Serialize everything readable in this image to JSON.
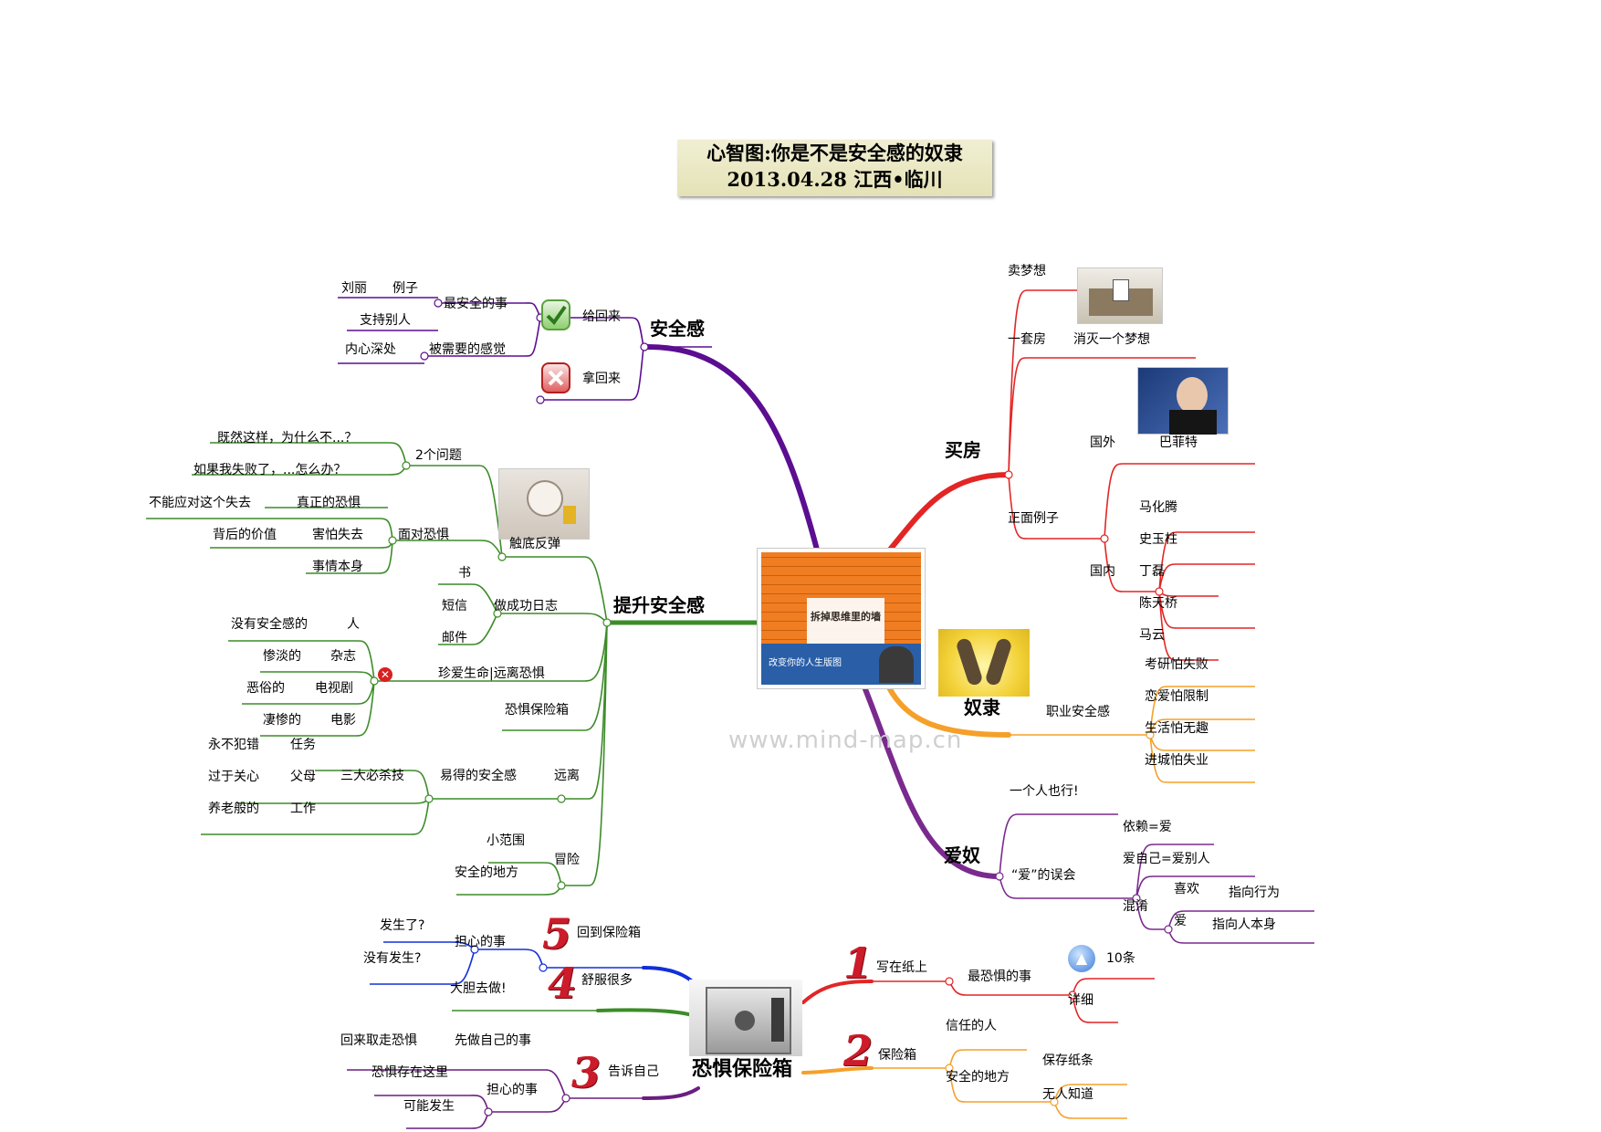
{
  "header": {
    "title_line1": "心智图:你是不是安全感的奴隶",
    "title_line2": "2013.04.28  江西•临川"
  },
  "watermark": "www.mind-map.cn",
  "colors": {
    "purple": "#5b0e91",
    "red": "#e32525",
    "orange": "#f5a02a",
    "violet": "#7a2a8e",
    "green": "#3c8c28",
    "blue": "#1230d8",
    "dark_purple": "#6a1f80",
    "numbers": "#cc1b2a"
  },
  "center": {
    "book_title": "拆掉思维里的墙",
    "book_banner": "改变你的人生版图"
  },
  "anquan": {
    "label": "安全感",
    "give": "给回来",
    "take": "拿回来",
    "safest": "最安全的事",
    "liuli": "刘丽",
    "example": "例子",
    "support": "支持别人",
    "needed": "被需要的感觉",
    "deep": "内心深处"
  },
  "tisheng": {
    "label": "提升安全感",
    "rebound": "触底反弹",
    "two_q": "2个问题",
    "q1": "既然这样，为什么不...？",
    "q2": "如果我失败了，...怎么办？",
    "face": "面对恐惧",
    "real": "真正的恐惧",
    "cannot": "不能应对这个失去",
    "afraid": "害怕失去",
    "value": "背后的价值",
    "itself": "事情本身",
    "diary": "做成功日志",
    "book": "书",
    "sms": "短信",
    "mail": "邮件",
    "cherish": "珍爱生命|远离恐惧",
    "no_sec": "没有安全感的",
    "person": "人",
    "bleak": "惨淡的",
    "magazine": "杂志",
    "vulgar": "恶俗的",
    "tv": "电视剧",
    "tragic": "凄惨的",
    "movie": "电影",
    "box": "恐惧保险箱",
    "away": "远离",
    "easy": "易得的安全感",
    "three": "三大必杀技",
    "never": "永不犯错",
    "task": "任务",
    "over": "过于关心",
    "parents": "父母",
    "pension": "养老般的",
    "work": "工作",
    "adventure": "冒险",
    "small": "小范围",
    "safe_place": "安全的地方"
  },
  "maifang": {
    "label": "买房",
    "sell": "卖梦想",
    "house": "一套房",
    "destroy": "消灭一个梦想",
    "abroad": "国外",
    "buffett": "巴菲特",
    "positive": "正面例子",
    "domestic": "国内",
    "ma1": "马化腾",
    "shi": "史玉柱",
    "ding": "丁磊",
    "chen": "陈天桥",
    "ma2": "马云"
  },
  "nuli": {
    "label": "奴隶",
    "career": "职业安全感",
    "c1": "考研怕失败",
    "c2": "恋爱怕限制",
    "c3": "生活怕无趣",
    "c4": "进城怕失业"
  },
  "ainu": {
    "label": "爱奴",
    "alone": "一个人也行!",
    "mis": "“爱”的误会",
    "dep": "依赖=爱",
    "self": "爱自己=爱别人",
    "mix": "混淆",
    "like": "喜欢",
    "act": "指向行为",
    "love": "爱",
    "whole": "指向人本身"
  },
  "baoxian": {
    "label": "恐惧保险箱",
    "n1": "1",
    "write": "写在纸上",
    "most": "最恐惧的事",
    "ten": "10条",
    "detail": "详细",
    "n2": "2",
    "box": "保险箱",
    "trust": "信任的人",
    "place": "安全的地方",
    "keep": "保存纸条",
    "nobody": "无人知道",
    "n3": "3",
    "tell": "告诉自己",
    "first": "先做自己的事",
    "back": "回来取走恐惧",
    "worry3": "担心的事",
    "exists": "恐惧存在这里",
    "may": "可能发生",
    "n4": "4",
    "comfort": "舒服很多",
    "bold": "大胆去做!",
    "n5": "5",
    "return": "回到保险箱",
    "worry5": "担心的事",
    "happened": "发生了?",
    "nothappened": "没有发生?"
  }
}
